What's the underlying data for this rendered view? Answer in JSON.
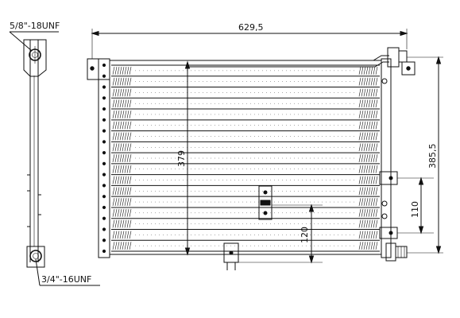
{
  "labels": {
    "thread_top": "5/8\"-18UNF",
    "thread_bottom": "3/4\"-16UNF"
  },
  "dimensions": {
    "overall_width": "629,5",
    "core_height": "379",
    "overall_height": "385,5",
    "bracket_spacing": "110",
    "lower_bracket_height": "120"
  },
  "core": {
    "tube_count": 18
  }
}
